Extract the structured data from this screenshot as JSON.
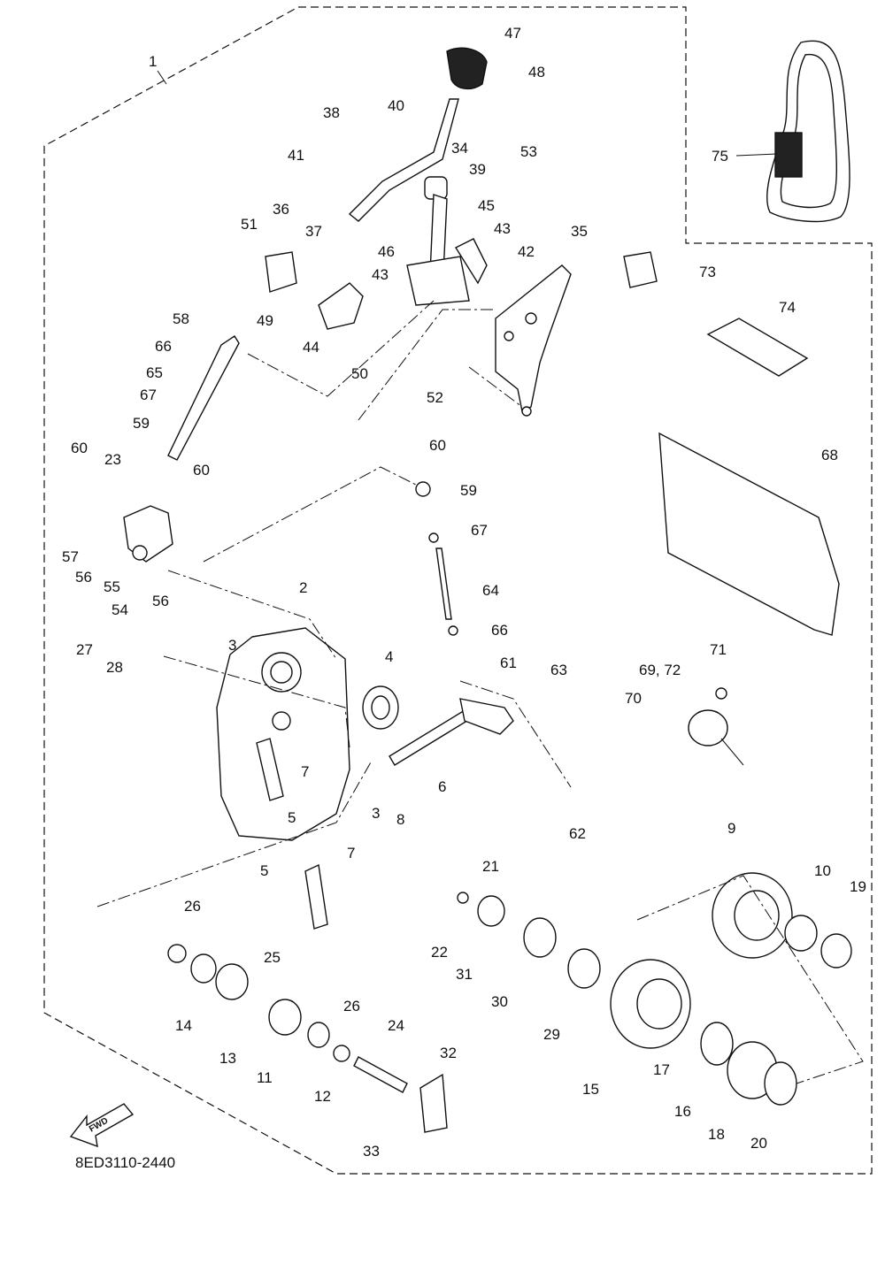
{
  "diagram": {
    "part_code": "8ED3110-2440",
    "fwd_label": "FWD",
    "callouts": [
      "1",
      "2",
      "3",
      "3",
      "4",
      "5",
      "5",
      "6",
      "7",
      "7",
      "8",
      "9",
      "10",
      "11",
      "12",
      "13",
      "14",
      "15",
      "16",
      "17",
      "18",
      "19",
      "20",
      "21",
      "22",
      "23",
      "24",
      "25",
      "26",
      "26",
      "27",
      "28",
      "29",
      "30",
      "31",
      "32",
      "33",
      "34",
      "35",
      "36",
      "37",
      "38",
      "39",
      "40",
      "41",
      "42",
      "43",
      "43",
      "44",
      "45",
      "46",
      "47",
      "48",
      "49",
      "50",
      "51",
      "52",
      "53",
      "54",
      "55",
      "56",
      "56",
      "57",
      "58",
      "59",
      "59",
      "60",
      "60",
      "60",
      "61",
      "62",
      "63",
      "64",
      "65",
      "66",
      "66",
      "67",
      "67",
      "68",
      "69, 72",
      "70",
      "71",
      "73",
      "74",
      "75"
    ]
  }
}
